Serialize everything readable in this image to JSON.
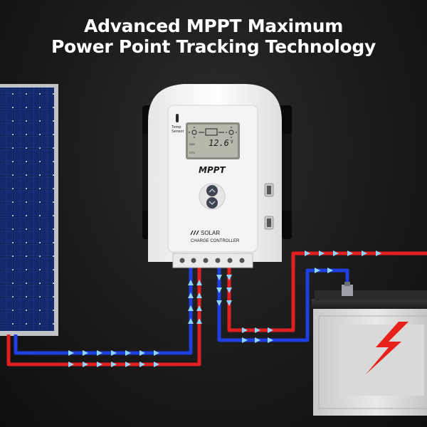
{
  "headline": {
    "line1": "Advanced MPPT Maximum",
    "line2": "Power Point Tracking Technology"
  },
  "controller": {
    "temp_sensor_line1": "Temp",
    "temp_sensor_line2": "Sensor",
    "lcd_voltage": "12.6",
    "lcd_unit": "V",
    "lcd_label_day": "DAY",
    "lcd_label_ctv": "CTV",
    "brand": "MPPT",
    "solar_label": "SOLAR",
    "product_label": "CHARGE CONTROLLER"
  },
  "colors": {
    "positive_wire": "#e02020",
    "negative_wire": "#1f3fe0",
    "flow_arrow": "#8fd4ff",
    "lightning": "#e8201c"
  },
  "icons": [
    "solar-panel",
    "charge-controller",
    "battery",
    "lightning-bolt",
    "up-button",
    "down-button",
    "usb-port",
    "sun-icon",
    "battery-icon"
  ]
}
